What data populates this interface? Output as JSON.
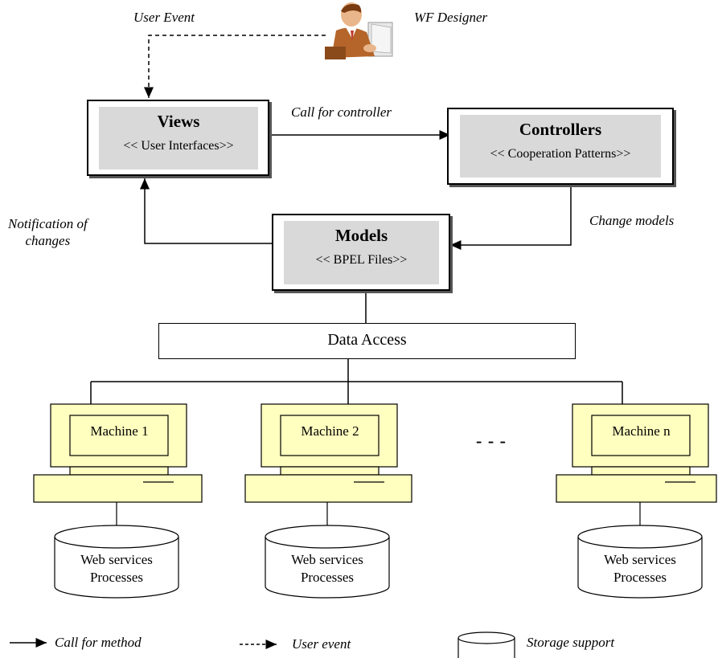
{
  "labels": {
    "user_event": "User Event",
    "wf_designer": "WF Designer",
    "call_for_controller": "Call for controller",
    "notification": "Notification of\nchanges",
    "change_models": "Change models",
    "dots": "- - -"
  },
  "views": {
    "title": "Views",
    "subtitle": "<< User Interfaces>>"
  },
  "controllers": {
    "title": "Controllers",
    "subtitle": "<< Cooperation Patterns>>"
  },
  "models": {
    "title": "Models",
    "subtitle": "<< BPEL Files>>"
  },
  "data_access": "Data Access",
  "machines": [
    {
      "name": "Machine 1",
      "db_line1": "Web services",
      "db_line2": "Processes"
    },
    {
      "name": "Machine 2",
      "db_line1": "Web services",
      "db_line2": "Processes"
    },
    {
      "name": "Machine n",
      "db_line1": "Web services",
      "db_line2": "Processes"
    }
  ],
  "legend": {
    "call_for_method": "Call for method",
    "user_event": "User event",
    "storage_support": "Storage support"
  },
  "colors": {
    "machine_fill": "#ffffc0",
    "box_fill": "#d9d9d9"
  }
}
